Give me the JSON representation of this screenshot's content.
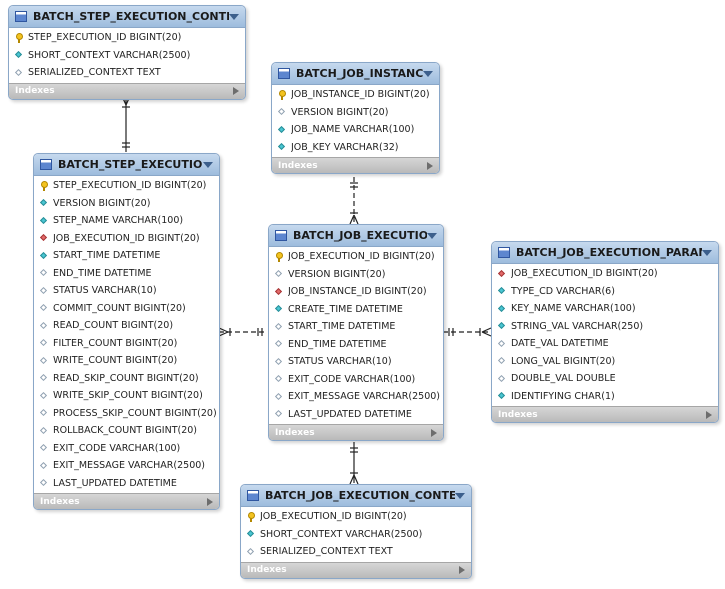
{
  "tables": [
    {
      "id": "batch_step_execution_context",
      "name": "BATCH_STEP_EXECUTION_CONTEXT",
      "columns": [
        {
          "kind": "pk",
          "text": "STEP_EXECUTION_ID BIGINT(20)"
        },
        {
          "kind": "nn",
          "text": "SHORT_CONTEXT VARCHAR(2500)"
        },
        {
          "kind": "nul",
          "text": "SERIALIZED_CONTEXT TEXT"
        }
      ],
      "footer": "Indexes"
    },
    {
      "id": "batch_job_instance",
      "name": "BATCH_JOB_INSTANCE",
      "columns": [
        {
          "kind": "pk",
          "text": "JOB_INSTANCE_ID BIGINT(20)"
        },
        {
          "kind": "nul",
          "text": "VERSION BIGINT(20)"
        },
        {
          "kind": "nn",
          "text": "JOB_NAME VARCHAR(100)"
        },
        {
          "kind": "nn",
          "text": "JOB_KEY VARCHAR(32)"
        }
      ],
      "footer": "Indexes"
    },
    {
      "id": "batch_step_execution",
      "name": "BATCH_STEP_EXECUTION",
      "columns": [
        {
          "kind": "pk",
          "text": "STEP_EXECUTION_ID BIGINT(20)"
        },
        {
          "kind": "nn",
          "text": "VERSION BIGINT(20)"
        },
        {
          "kind": "nn",
          "text": "STEP_NAME VARCHAR(100)"
        },
        {
          "kind": "fk",
          "text": "JOB_EXECUTION_ID BIGINT(20)"
        },
        {
          "kind": "nn",
          "text": "START_TIME DATETIME"
        },
        {
          "kind": "nul",
          "text": "END_TIME DATETIME"
        },
        {
          "kind": "nul",
          "text": "STATUS VARCHAR(10)"
        },
        {
          "kind": "nul",
          "text": "COMMIT_COUNT BIGINT(20)"
        },
        {
          "kind": "nul",
          "text": "READ_COUNT BIGINT(20)"
        },
        {
          "kind": "nul",
          "text": "FILTER_COUNT BIGINT(20)"
        },
        {
          "kind": "nul",
          "text": "WRITE_COUNT BIGINT(20)"
        },
        {
          "kind": "nul",
          "text": "READ_SKIP_COUNT BIGINT(20)"
        },
        {
          "kind": "nul",
          "text": "WRITE_SKIP_COUNT BIGINT(20)"
        },
        {
          "kind": "nul",
          "text": "PROCESS_SKIP_COUNT BIGINT(20)"
        },
        {
          "kind": "nul",
          "text": "ROLLBACK_COUNT BIGINT(20)"
        },
        {
          "kind": "nul",
          "text": "EXIT_CODE VARCHAR(100)"
        },
        {
          "kind": "nul",
          "text": "EXIT_MESSAGE VARCHAR(2500)"
        },
        {
          "kind": "nul",
          "text": "LAST_UPDATED DATETIME"
        }
      ],
      "footer": "Indexes"
    },
    {
      "id": "batch_job_execution",
      "name": "BATCH_JOB_EXECUTION",
      "columns": [
        {
          "kind": "pk",
          "text": "JOB_EXECUTION_ID BIGINT(20)"
        },
        {
          "kind": "nul",
          "text": "VERSION BIGINT(20)"
        },
        {
          "kind": "fk",
          "text": "JOB_INSTANCE_ID BIGINT(20)"
        },
        {
          "kind": "nn",
          "text": "CREATE_TIME DATETIME"
        },
        {
          "kind": "nul",
          "text": "START_TIME DATETIME"
        },
        {
          "kind": "nul",
          "text": "END_TIME DATETIME"
        },
        {
          "kind": "nul",
          "text": "STATUS VARCHAR(10)"
        },
        {
          "kind": "nul",
          "text": "EXIT_CODE VARCHAR(100)"
        },
        {
          "kind": "nul",
          "text": "EXIT_MESSAGE VARCHAR(2500)"
        },
        {
          "kind": "nul",
          "text": "LAST_UPDATED DATETIME"
        }
      ],
      "footer": "Indexes"
    },
    {
      "id": "batch_job_execution_params",
      "name": "BATCH_JOB_EXECUTION_PARAMS",
      "columns": [
        {
          "kind": "fk",
          "text": "JOB_EXECUTION_ID BIGINT(20)"
        },
        {
          "kind": "nn",
          "text": "TYPE_CD VARCHAR(6)"
        },
        {
          "kind": "nn",
          "text": "KEY_NAME VARCHAR(100)"
        },
        {
          "kind": "nn",
          "text": "STRING_VAL VARCHAR(250)"
        },
        {
          "kind": "nul",
          "text": "DATE_VAL DATETIME"
        },
        {
          "kind": "nul",
          "text": "LONG_VAL BIGINT(20)"
        },
        {
          "kind": "nul",
          "text": "DOUBLE_VAL DOUBLE"
        },
        {
          "kind": "nn",
          "text": "IDENTIFYING CHAR(1)"
        }
      ],
      "footer": "Indexes"
    },
    {
      "id": "batch_job_execution_context",
      "name": "BATCH_JOB_EXECUTION_CONTEXT",
      "columns": [
        {
          "kind": "pk",
          "text": "JOB_EXECUTION_ID BIGINT(20)"
        },
        {
          "kind": "nn",
          "text": "SHORT_CONTEXT VARCHAR(2500)"
        },
        {
          "kind": "nul",
          "text": "SERIALIZED_CONTEXT TEXT"
        }
      ],
      "footer": "Indexes"
    }
  ],
  "relationships": [
    {
      "from": "batch_step_execution",
      "to": "batch_step_execution_context"
    },
    {
      "from": "batch_job_execution",
      "to": "batch_job_instance"
    },
    {
      "from": "batch_step_execution",
      "to": "batch_job_execution"
    },
    {
      "from": "batch_job_execution_params",
      "to": "batch_job_execution"
    },
    {
      "from": "batch_job_execution_context",
      "to": "batch_job_execution"
    }
  ],
  "colors": {
    "header_top": "#c6d9ee",
    "header_bottom": "#9dbcdd",
    "border": "#8aa7c8",
    "line": "#222222"
  }
}
